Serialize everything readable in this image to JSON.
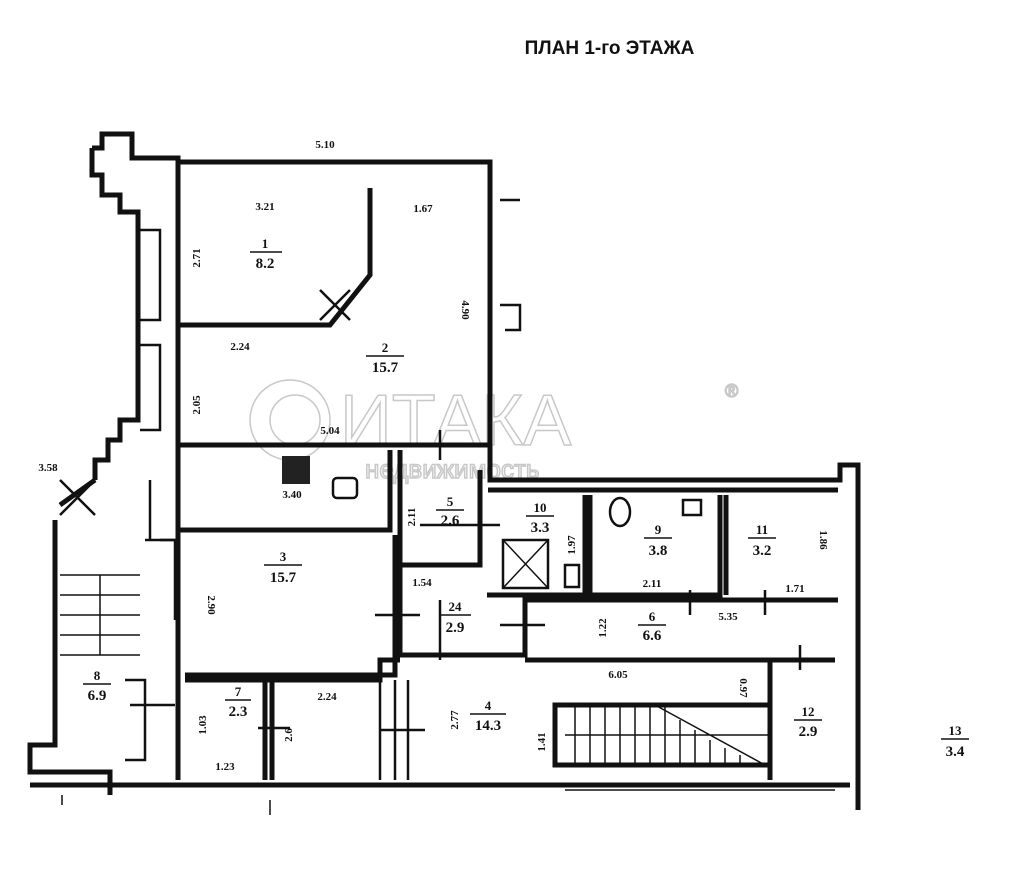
{
  "title": "ПЛАН 1-го ЭТАЖА",
  "watermark": {
    "brand": "ИТАКА",
    "registered": "®",
    "subtitle": "недвижимость"
  },
  "rooms": [
    {
      "number": "1",
      "area": "8.2"
    },
    {
      "number": "2",
      "area": "15.7"
    },
    {
      "number": "3",
      "area": "15.7"
    },
    {
      "number": "4",
      "area": "14.3"
    },
    {
      "number": "5",
      "area": "2.6"
    },
    {
      "number": "6",
      "area": "6.6"
    },
    {
      "number": "7",
      "area": "2.3"
    },
    {
      "number": "8",
      "area": "6.9"
    },
    {
      "number": "9",
      "area": "3.8"
    },
    {
      "number": "10",
      "area": "3.3"
    },
    {
      "number": "11",
      "area": "3.2"
    },
    {
      "number": "12",
      "area": "2.9"
    },
    {
      "number": "13",
      "area": "3.4"
    },
    {
      "number": "24",
      "area": "2.9"
    }
  ],
  "dimensions": {
    "top": "5.10",
    "r1_top": "3.21",
    "r2_top": "1.67",
    "r1_side": "2.71",
    "r2_side": "4.90",
    "r2_mid": "2.24",
    "r2_left": "2.05",
    "r2_bottom": "5.04",
    "stair_diag": "3.58",
    "kitchen": "3.40",
    "r5_side": "2.11",
    "r10_side": "1.97",
    "r11_side": "1.86",
    "r9_bottom": "2.11",
    "r11_bottom": "1.71",
    "r6_len": "5.35",
    "r6_side": "1.22",
    "r3_side": "2.90",
    "r24_top": "1.54",
    "r4_top": "6.05",
    "r4_step": "0.97",
    "r4_side": "2.77",
    "r4_stair": "1.41",
    "r7_side": "1.03",
    "r7_bottom": "1.23",
    "small_top": "2.24",
    "small_side": "2.6"
  }
}
